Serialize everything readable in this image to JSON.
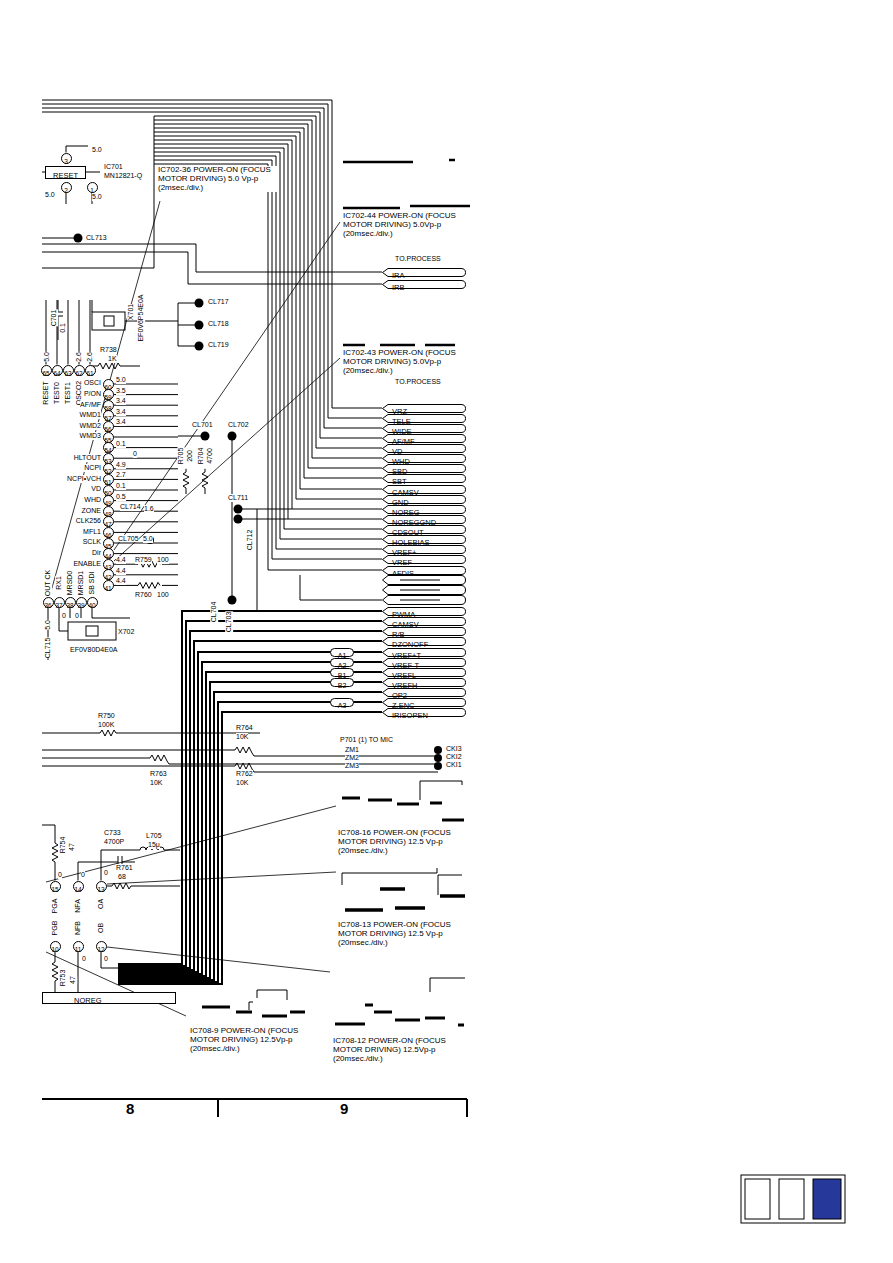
{
  "diagram": {
    "nodes": [
      {
        "text": [
          "RESET"
        ]
      },
      {
        "text": [
          "3"
        ]
      },
      {
        "text": [
          "2"
        ]
      },
      {
        "text": [
          "1"
        ]
      },
      {
        "text": [
          "IRA"
        ]
      },
      {
        "text": [
          "IRB"
        ]
      },
      {
        "text": [
          "65"
        ]
      },
      {
        "text": [
          "64"
        ]
      },
      {
        "text": [
          "63"
        ]
      },
      {
        "text": [
          "62"
        ]
      },
      {
        "text": [
          "61"
        ]
      },
      {
        "text": [
          "60"
        ]
      },
      {
        "text": [
          "59"
        ]
      },
      {
        "text": [
          "58"
        ]
      },
      {
        "text": [
          "57"
        ]
      },
      {
        "text": [
          "56"
        ]
      },
      {
        "text": [
          "55"
        ]
      },
      {
        "text": [
          "54"
        ]
      },
      {
        "text": [
          "53"
        ]
      },
      {
        "text": [
          "52"
        ]
      },
      {
        "text": [
          "51"
        ]
      },
      {
        "text": [
          "50"
        ]
      },
      {
        "text": [
          "49"
        ]
      },
      {
        "text": [
          "48"
        ]
      },
      {
        "text": [
          "47"
        ]
      },
      {
        "text": [
          "46"
        ]
      },
      {
        "text": [
          "45"
        ]
      },
      {
        "text": [
          "44"
        ]
      },
      {
        "text": [
          "43"
        ]
      },
      {
        "text": [
          "42"
        ]
      },
      {
        "text": [
          "41"
        ]
      },
      {
        "text": [
          "36"
        ]
      },
      {
        "text": [
          "37"
        ]
      },
      {
        "text": [
          "38"
        ]
      },
      {
        "text": [
          "39"
        ]
      },
      {
        "text": [
          "40"
        ]
      },
      {
        "text": [
          "VRZ"
        ]
      },
      {
        "text": [
          "TELE"
        ]
      },
      {
        "text": [
          "WIDE"
        ]
      },
      {
        "text": [
          "AF/MF"
        ]
      },
      {
        "text": [
          "VD"
        ]
      },
      {
        "text": [
          "WHD"
        ]
      },
      {
        "text": [
          "SBD"
        ]
      },
      {
        "text": [
          "SBT"
        ]
      },
      {
        "text": [
          "CAMSV"
        ]
      },
      {
        "text": [
          "GND"
        ]
      },
      {
        "text": [
          "NOREG"
        ]
      },
      {
        "text": [
          "NOREGGND"
        ]
      },
      {
        "text": [
          "CDSOUT"
        ]
      },
      {
        "text": [
          "HOLEBIAS"
        ]
      },
      {
        "text": [
          "VREF+"
        ]
      },
      {
        "text": [
          "VREF-"
        ]
      },
      {
        "text": [
          "AFDIS"
        ]
      },
      {
        "text": [
          "PWMA"
        ]
      },
      {
        "text": [
          "CAMSV"
        ]
      },
      {
        "text": [
          "R/B"
        ]
      },
      {
        "text": [
          "DZONOFF"
        ]
      },
      {
        "text": [
          "VREF+T"
        ]
      },
      {
        "text": [
          "VREF-T"
        ]
      },
      {
        "text": [
          "VREFL"
        ]
      },
      {
        "text": [
          "VREFH"
        ]
      },
      {
        "text": [
          "OP2"
        ]
      },
      {
        "text": [
          "Z.ENC"
        ]
      },
      {
        "text": [
          "IRISOPEN"
        ]
      },
      {
        "text": [
          "A1"
        ]
      },
      {
        "text": [
          "A2"
        ]
      },
      {
        "text": [
          "B1"
        ]
      },
      {
        "text": [
          "B2"
        ]
      },
      {
        "text": [
          "A3"
        ]
      },
      {
        "text": [
          "15"
        ]
      },
      {
        "text": [
          "14"
        ]
      },
      {
        "text": [
          "13"
        ]
      },
      {
        "text": [
          "10"
        ]
      },
      {
        "text": [
          "11"
        ]
      },
      {
        "text": [
          "12"
        ]
      },
      {
        "text": [
          "NOREG"
        ]
      }
    ],
    "labels": [
      "5.0",
      "IC701",
      "MN12821-Q",
      "5.0",
      "5.0",
      "IC702-36 POWER-ON (FOCUS MOTOR DRIVING) 5.0 Vp-p (2msec./div.)",
      "CL713",
      "IC702-44 POWER-ON (FOCUS MOTOR DRIVING) 5.0Vp-p (20msec./div.)",
      "TO.PROCESS",
      "C701",
      "0.1",
      "X701",
      "EF0V6P54E0A",
      "R738",
      "1K",
      "CL717",
      "CL718",
      "CL719",
      "IC702-43 POWER-ON (FOCUS MOTOR DRIVING) 5.0Vp-p (20msec./div.)",
      "TO.PROCESS",
      "5.0",
      "2.6",
      "2.6",
      "RESET",
      "TEST0",
      "TEST1",
      "OSCO2",
      "OSCI",
      "5.0",
      "P/ON",
      "3.5",
      "AF/MF",
      "3.4",
      "WMD1",
      "3.4",
      "WMD2",
      "3.4",
      "WMD3",
      "0.1",
      "HLTOUT",
      "0",
      "NCPI",
      "4.9",
      "NCPI•VCH",
      "2.7",
      "VD",
      "0.1",
      "WHD",
      "0.5",
      "ZONE",
      "CL714",
      "1.6",
      "CLK256",
      "MFL1",
      "SCLK",
      "Dir",
      "CL705",
      "5.0",
      "ENABLE",
      "4.4",
      "4.4",
      "4.4",
      "R759",
      "100",
      "R760",
      "100",
      "OUT CK",
      "RX1",
      "MRSD0",
      "MRSD1",
      "SB SDI",
      "0",
      "0",
      "CL715",
      "5.0",
      "X702",
      "EF0V80D4E0A",
      "R705",
      "200",
      "R704",
      "4700",
      "CL701",
      "CL702",
      "CL711",
      "CL712",
      "CL704",
      "CL703",
      "R750",
      "100K",
      "R764",
      "10K",
      "R763",
      "10K",
      "R762",
      "10K",
      "P701 (1) TO MIC",
      "ZM1",
      "ZM2",
      "ZM3",
      "CKI3",
      "CKI2",
      "CKI1",
      "IC708-16 POWER-ON (FOCUS MOTOR DRIVING) 12.5 Vp-p (20msec./div.)",
      "IC708-13 POWER-ON (FOCUS MOTOR DRIVING) 12.5 Vp-p (20msec./div.)",
      "L705",
      "15μ",
      "C733",
      "4700P",
      "R754",
      "47",
      "0",
      "0",
      "0",
      "PGA",
      "NFA",
      "OA",
      "R761",
      "68",
      "PGB",
      "NFB",
      "OB",
      "0",
      "0",
      "R753",
      "47",
      "IC708-9 POWER-ON (FOCUS MOTOR DRIVING) 12.5Vp-p (20msec./div.)",
      "IC708-12 POWER-ON (FOCUS MOTOR DRIVING) 12.5Vp-p (20msec./div.)",
      "8",
      "9"
    ]
  }
}
